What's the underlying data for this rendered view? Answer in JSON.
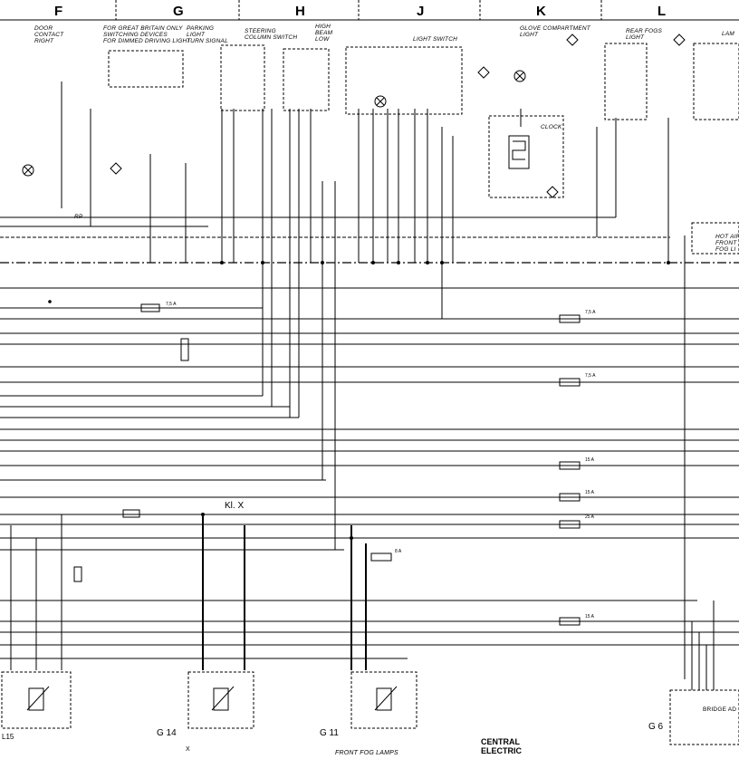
{
  "header": {
    "columns": [
      "F",
      "G",
      "H",
      "J",
      "K",
      "L"
    ]
  },
  "labels": {
    "door_contact": "DOOR\nCONTACT\nRIGHT",
    "gb_switching": "FOR GREAT BRITAIN ONLY\nSWITCHING DEVICES\nFOR DIMMED DRIVING LIGHT",
    "parking": "PARKING\nLIGHT\nTURN SIGNAL",
    "steering": "STEERING\nCOLUMN SWITCH",
    "high_beam": "HIGH\nBEAM\nLOW",
    "light_switch": "LIGHT SWITCH",
    "glove": "GLOVE COMPARTMENT\nLIGHT",
    "rear_fogs": "REAR FOGS\nLIGHT",
    "clock": "CLOCK",
    "hot_air": "HOT AIR\nFRONT\nFOG LI",
    "bridge": "BRIDGE AD",
    "front_fog": "FRONT FOG LAMPS",
    "central_electric": "CENTRAL\nELECTRIC",
    "kl_x": "Kl. X",
    "sub_x": "X",
    "g14": "G 14",
    "g11": "G 11",
    "g6": "G 6",
    "l15": "L15",
    "rp": "RP",
    "lam": "LAM"
  },
  "fuses": [
    "7,5 A",
    "7,5 A",
    "7,5 A",
    "15 A",
    "15 A",
    "25 A",
    "8 A",
    "15 A"
  ],
  "colors": {
    "ink": "#000000",
    "paper": "#ffffff"
  }
}
